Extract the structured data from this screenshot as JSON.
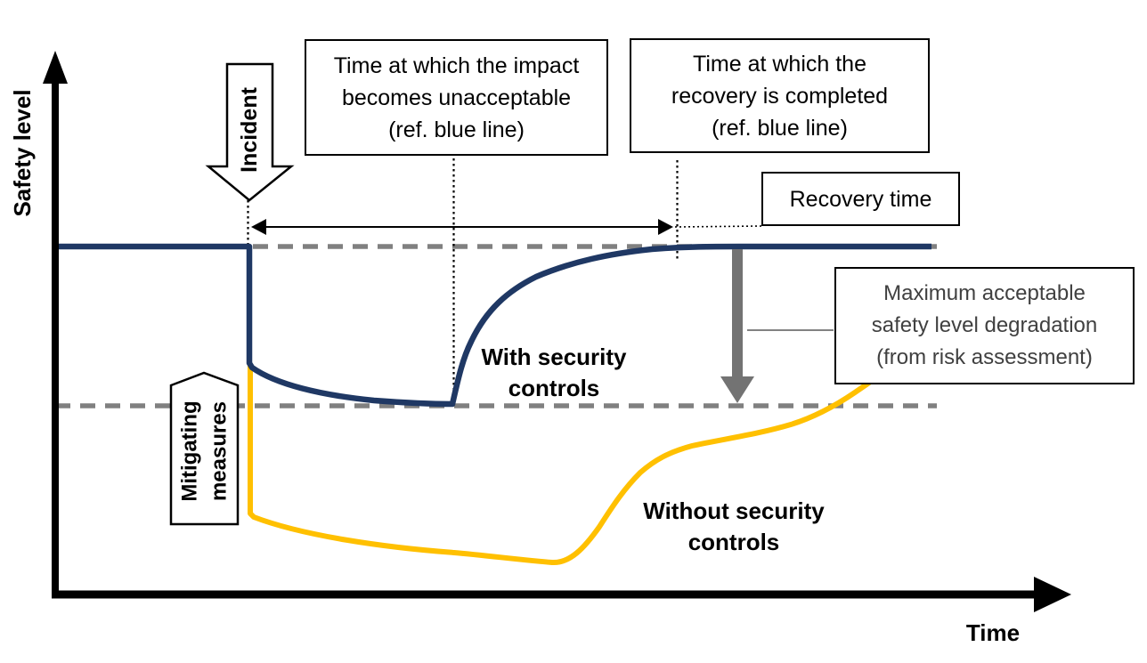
{
  "figure": {
    "y_axis_label": "Safety level",
    "x_axis_label": "Time"
  },
  "annotations": {
    "incident": {
      "label": "Incident"
    },
    "mitigating_measures": {
      "lines": [
        "Mitigating",
        "measures"
      ]
    },
    "impact_time_box": {
      "lines": [
        "Time at which the impact",
        "becomes unacceptable",
        "(ref. blue line)"
      ]
    },
    "recovery_completed_box": {
      "lines": [
        "Time at which the",
        "recovery is completed",
        "(ref. blue line)"
      ]
    },
    "recovery_time_box": {
      "label": "Recovery time"
    },
    "max_degradation_box": {
      "lines": [
        "Maximum acceptable",
        "safety level degradation",
        "(from risk assessment)"
      ]
    }
  },
  "curves": {
    "with_controls": {
      "lines": [
        "With security",
        "controls"
      ]
    },
    "without_controls": {
      "lines": [
        "Without security",
        "controls"
      ]
    }
  },
  "colors": {
    "with_controls_line": "#1F3864",
    "without_controls_line": "#FFC000",
    "dashed_reference": "#808080",
    "degradation_arrow": "#737373",
    "max_box_text": "#404040",
    "axis": "#000000"
  }
}
